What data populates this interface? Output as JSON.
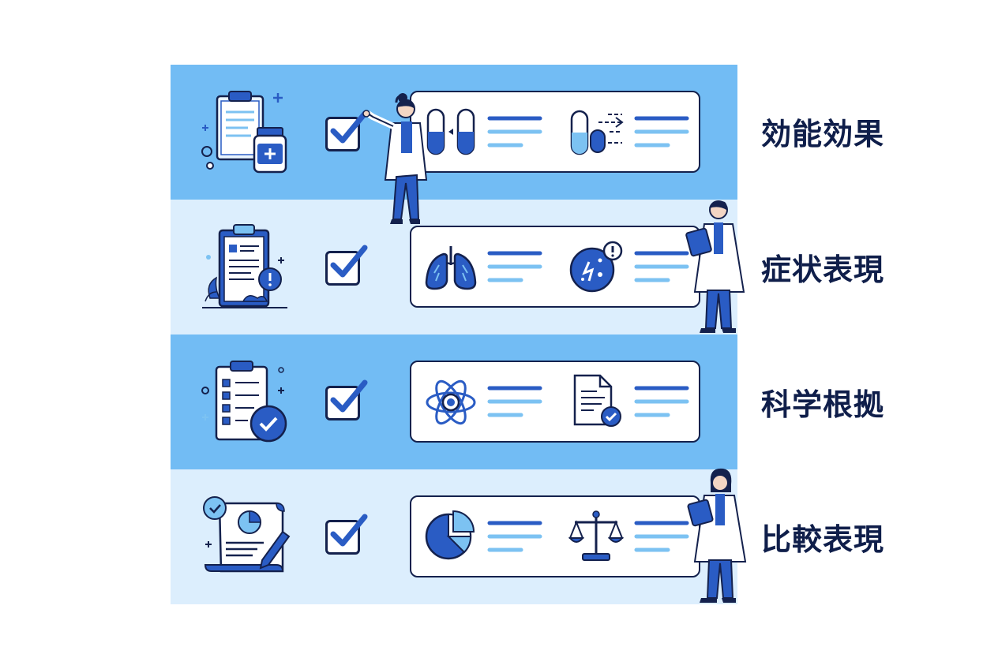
{
  "rows": [
    {
      "label": "効能効果",
      "icon": "clipboard-medicine-icon",
      "panel_icons": [
        "capsule-icon",
        "capsule-release-icon"
      ],
      "checked": true
    },
    {
      "label": "症状表現",
      "icon": "clipboard-alert-icon",
      "panel_icons": [
        "lungs-icon",
        "bacteria-alert-icon"
      ],
      "checked": true
    },
    {
      "label": "科学根拠",
      "icon": "checklist-verified-icon",
      "panel_icons": [
        "atom-icon",
        "document-verified-icon"
      ],
      "checked": true
    },
    {
      "label": "比較表現",
      "icon": "report-chart-icon",
      "panel_icons": [
        "pie-chart-icon",
        "scale-icon"
      ],
      "checked": true
    }
  ],
  "colors": {
    "band_dark": "#72bcf4",
    "band_light": "#dceefd",
    "navy": "#14214d",
    "accent": "#2a5cc4",
    "light_accent": "#7cc2f2"
  }
}
